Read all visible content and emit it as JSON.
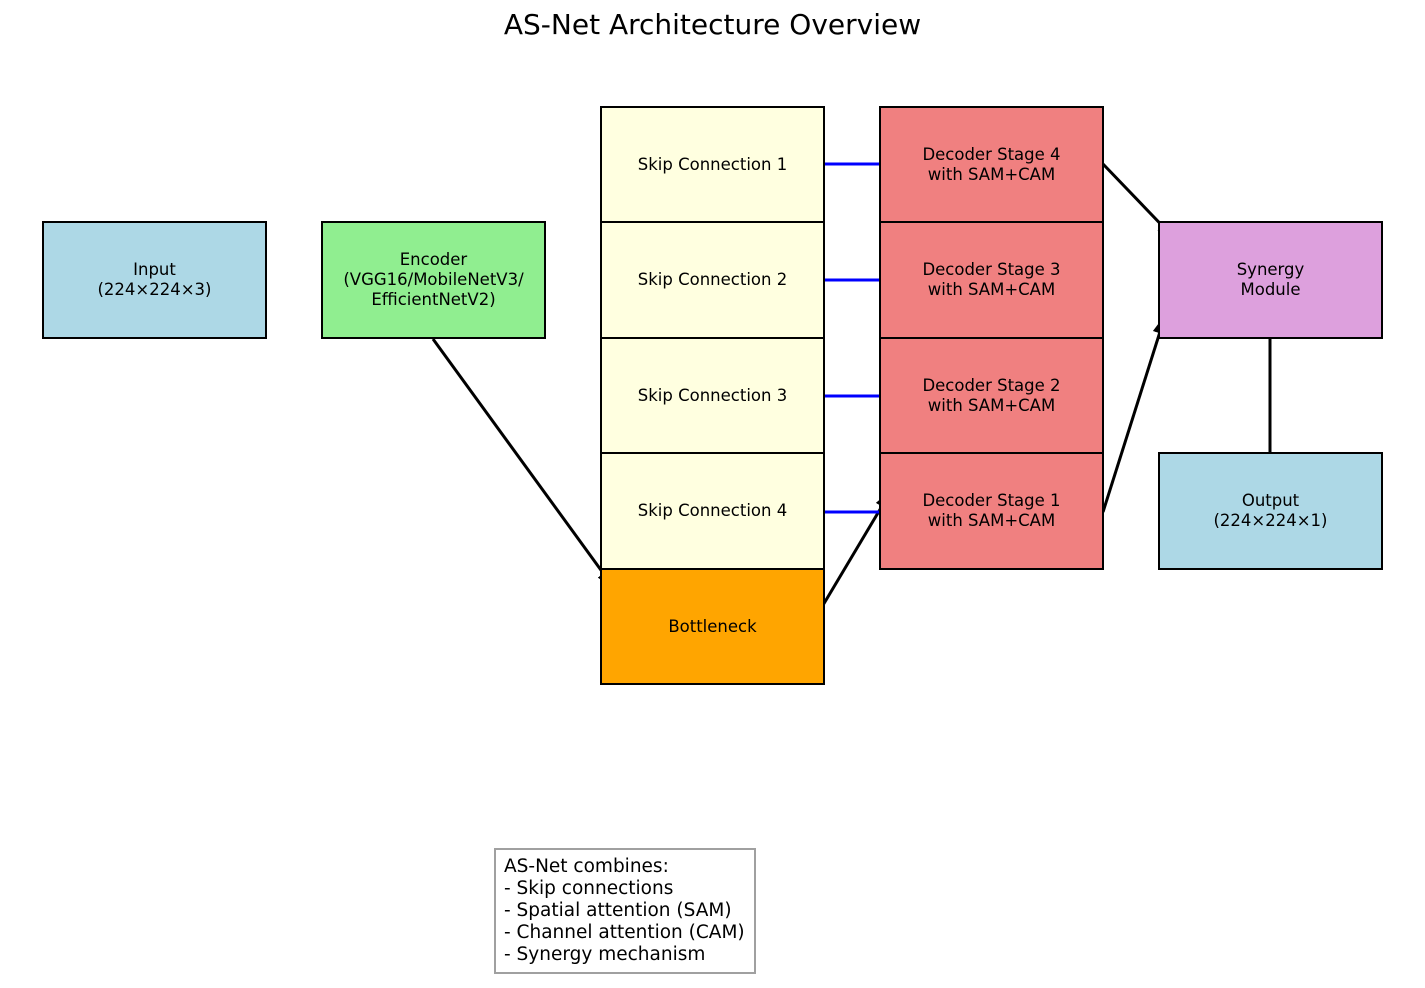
{
  "title": "AS-Net Architecture Overview",
  "colors": {
    "io": "#add8e6",
    "encoder": "#90ee90",
    "skip": "#ffffe0",
    "bottleneck": "#ffa500",
    "decoder": "#f08080",
    "synergy": "#dda0dd",
    "skip_arrow": "#0000ff",
    "arrow": "#000000"
  },
  "nodes": {
    "input": "Input\n(224×224×3)",
    "encoder": "Encoder\n(VGG16/MobileNetV3/\nEfficientNetV2)",
    "skip1": "Skip Connection 1",
    "skip2": "Skip Connection 2",
    "skip3": "Skip Connection 3",
    "skip4": "Skip Connection 4",
    "bottleneck": "Bottleneck",
    "decoder4": "Decoder Stage 4\nwith SAM+CAM",
    "decoder3": "Decoder Stage 3\nwith SAM+CAM",
    "decoder2": "Decoder Stage 2\nwith SAM+CAM",
    "decoder1": "Decoder Stage 1\nwith SAM+CAM",
    "synergy": "Synergy\nModule",
    "output": "Output\n(224×224×1)"
  },
  "edges": [
    {
      "from": "encoder",
      "to": "bottleneck",
      "style": "black"
    },
    {
      "from": "bottleneck",
      "to": "decoder1",
      "style": "black"
    },
    {
      "from": "decoder1",
      "to": "decoder2",
      "style": "black"
    },
    {
      "from": "decoder2",
      "to": "decoder3",
      "style": "black"
    },
    {
      "from": "decoder3",
      "to": "decoder4",
      "style": "black"
    },
    {
      "from": "skip1",
      "to": "decoder4",
      "style": "blue"
    },
    {
      "from": "skip2",
      "to": "decoder3",
      "style": "blue"
    },
    {
      "from": "skip3",
      "to": "decoder2",
      "style": "blue"
    },
    {
      "from": "skip4",
      "to": "decoder1",
      "style": "blue"
    },
    {
      "from": "decoder4",
      "to": "synergy",
      "style": "black"
    },
    {
      "from": "decoder1",
      "to": "synergy",
      "style": "black"
    },
    {
      "from": "synergy",
      "to": "output",
      "style": "black"
    }
  ],
  "note": "AS-Net combines:\n- Skip connections\n- Spatial attention (SAM)\n- Channel attention (CAM)\n- Synergy mechanism"
}
